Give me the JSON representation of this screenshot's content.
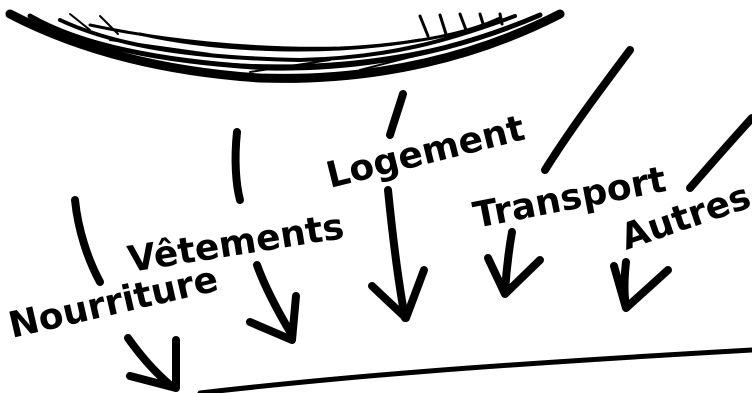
{
  "labels": {
    "nourriture": "Nourriture",
    "vetements": "Vêtements",
    "logement": "Logement",
    "transport": "Transport",
    "autres": "Autres"
  },
  "colors": {
    "ink": "#000000",
    "background": "#ffffff"
  },
  "icons": [
    "scribble-bowl",
    "curved-arrow",
    "baseline-stroke"
  ]
}
